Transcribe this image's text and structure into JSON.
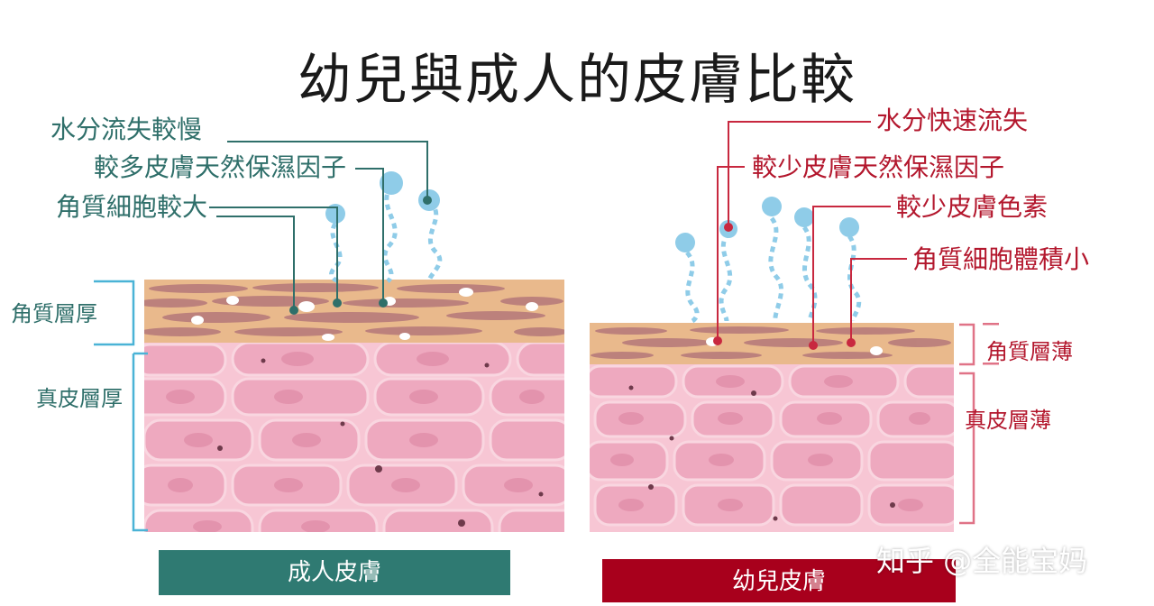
{
  "title": "幼兒與成人的皮膚比較",
  "adult": {
    "callouts": [
      "水分流失較慢",
      "較多皮膚天然保濕因子",
      "角質細胞較大"
    ],
    "layers": [
      "角質層厚",
      "真皮層厚"
    ],
    "caption": "成人皮膚"
  },
  "infant": {
    "callouts": [
      "水分快速流失",
      "較少皮膚天然保濕因子",
      "較少皮膚色素",
      "角質細胞體積小"
    ],
    "layers": [
      "角質層薄",
      "真皮層薄"
    ],
    "caption": "幼兒皮膚"
  },
  "watermark": "知乎 @全能宝妈",
  "colors": {
    "teal": "#2f6f6a",
    "red": "#b3172d",
    "stratum": "#e6b487",
    "dermis": "#f2b9cc",
    "droplet": "#8fcce8"
  }
}
